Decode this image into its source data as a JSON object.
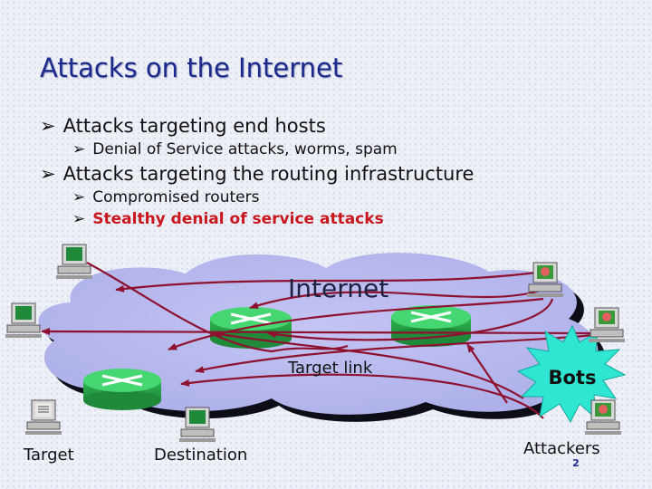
{
  "slide": {
    "title": "Attacks on the Internet",
    "page_number": "2"
  },
  "bullets": [
    {
      "text": "Attacks targeting end hosts",
      "level": 1,
      "highlight": false
    },
    {
      "text": "Denial of Service attacks, worms, spam",
      "level": 2,
      "highlight": false
    },
    {
      "text": "Attacks targeting the routing infrastructure",
      "level": 1,
      "highlight": false
    },
    {
      "text": "Compromised routers",
      "level": 2,
      "highlight": false
    },
    {
      "text": "Stealthy denial of service attacks",
      "level": 2,
      "highlight": true
    }
  ],
  "bullet_glyph": "➢",
  "diagram": {
    "internet_label": "Internet",
    "target_link_label": "Target link",
    "bots_label": "Bots",
    "target_label": "Target",
    "destination_label": "Destination",
    "attackers_label": "Attackers"
  },
  "colors": {
    "title": "#1b2a8c",
    "cloud": "#b7b9ee",
    "router": "#3fd06a",
    "arrow": "#8e1230",
    "bots_burst": "#2ee6d2",
    "highlight_text": "#c8181e"
  }
}
